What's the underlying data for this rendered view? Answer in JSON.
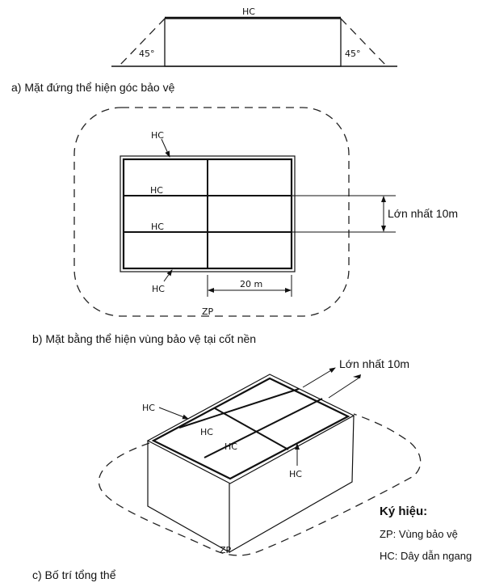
{
  "diagram": {
    "panel_a": {
      "caption": "a) Mặt đứng thể hiện góc bảo vệ",
      "hc_label": "HC",
      "angle_left": "45°",
      "angle_right": "45°"
    },
    "panel_b": {
      "caption": "b) Mặt bằng thể hiện vùng bảo vệ tại cốt nền",
      "hc_labels": [
        "HC",
        "HC",
        "HC",
        "HC"
      ],
      "spacing_label": "Lớn nhất 10m",
      "width_label": "20 m",
      "zone_label": "ZP"
    },
    "panel_c": {
      "caption": "c) Bố trí tổng thể",
      "hc_labels": [
        "HC",
        "HC",
        "HC",
        "HC"
      ],
      "spacing_label": "Lớn nhất 10m",
      "zone_label": "ZP"
    },
    "legend": {
      "title": "Ký hiệu:",
      "items": [
        {
          "code": "ZP",
          "text": "ZP: Vùng bảo vệ"
        },
        {
          "code": "HC",
          "text": "HC: Dây dẫn ngang"
        }
      ]
    }
  }
}
